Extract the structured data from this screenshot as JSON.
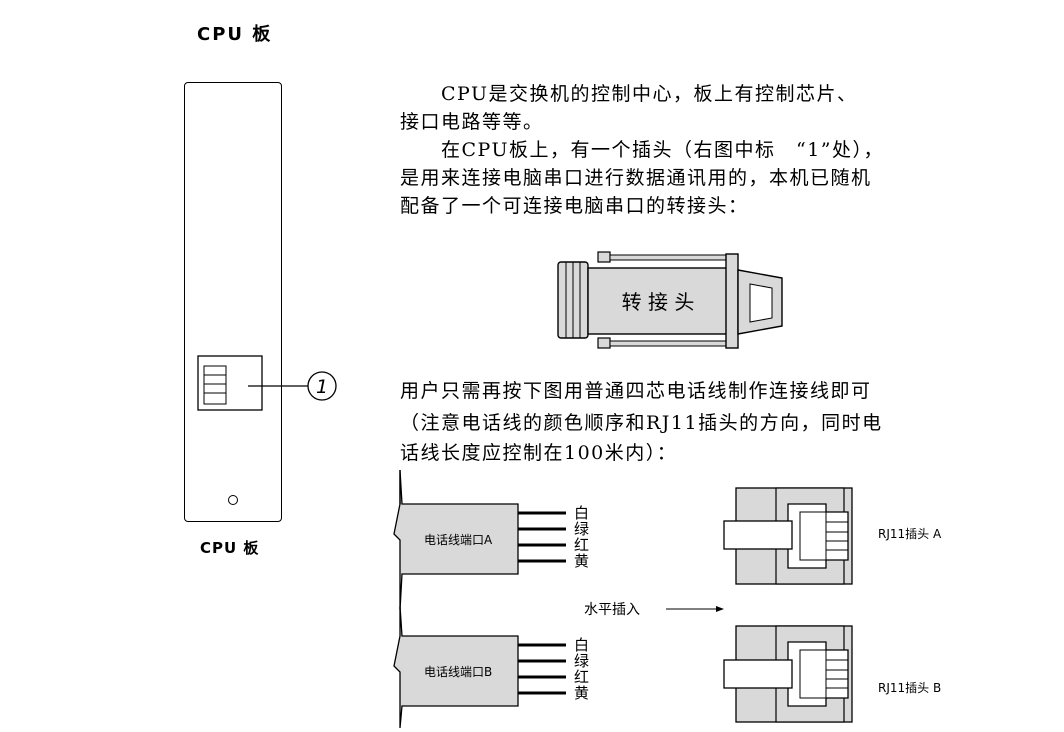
{
  "page": {
    "title": "CPU 板",
    "board_caption": "CPU 板",
    "callout_number": "1"
  },
  "intro": {
    "line1": "　　CPU是交换机的控制中心，板上有控制芯片、",
    "line2": "接口电路等等。",
    "line3": "　　在CPU板上，有一个插头（右图中标　“1”处），",
    "line4": "是用来连接电脑串口进行数据通讯用的，本机已随机",
    "line5": "配备了一个可连接电脑串口的转接头："
  },
  "adapter": {
    "label": "转 接 头"
  },
  "instructions": {
    "line1": "用户只需再按下图用普通四芯电话线制作连接线即可",
    "line2": "（注意电话线的颜色顺序和RJ11插头的方向，同时电",
    "line3": "话线长度应控制在100米内）："
  },
  "cable_a": {
    "label": "电话线端口A",
    "plug": "RJ11插头 A"
  },
  "cable_b": {
    "label": "电话线端口B",
    "plug": "RJ11插头 B"
  },
  "wire_colors": [
    "白",
    "绿",
    "红",
    "黄"
  ],
  "insert_label": "水平插入"
}
